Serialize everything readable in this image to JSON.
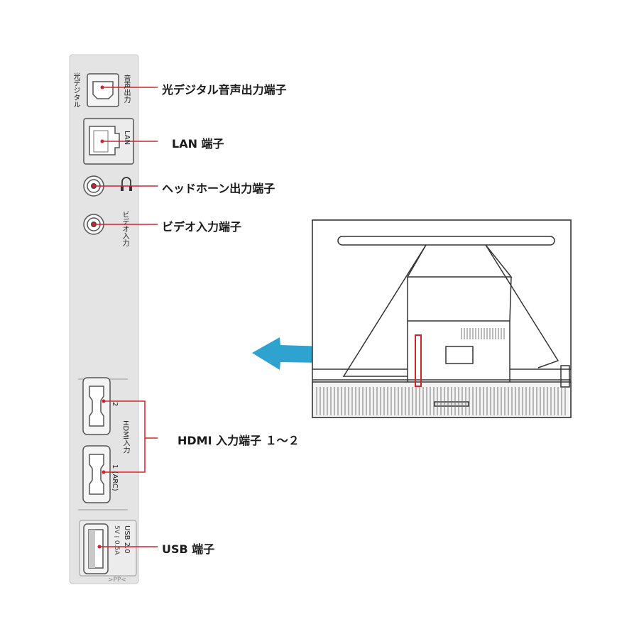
{
  "panel": {
    "optical_port_label": "光デジタル",
    "optical_output_label": "音声出力",
    "lan_port_label": "LAN",
    "video_port_label": "ビデオ入力",
    "hdmi_port2_label": "2",
    "hdmi_group_label": "HDMI入力",
    "hdmi_port1_label": "1 (ARC)",
    "usb_label": "USB 2.0",
    "usb_rating": "5V⎓0.5A",
    "material_mark": ">PP<"
  },
  "callouts": {
    "optical": "光デジタル音声出力端子",
    "lan": "LAN 端子",
    "headphone": "ヘッドホーン出力端子",
    "video": "ビデオ入力端子",
    "hdmi": "HDMI 入力端子 １～２",
    "usb": "USB 端子"
  },
  "colors": {
    "leader_line": "#d2232a",
    "arrow": "#2fa3cf",
    "panel_bg": "#e4e4e4",
    "outline": "#555555"
  },
  "icons": [
    "optical-port-icon",
    "lan-port-icon",
    "headphone-jack-icon",
    "headphone-icon",
    "video-jack-icon",
    "hdmi-port-icon",
    "usb-port-icon",
    "arrow-left-icon",
    "tv-rear-icon"
  ]
}
